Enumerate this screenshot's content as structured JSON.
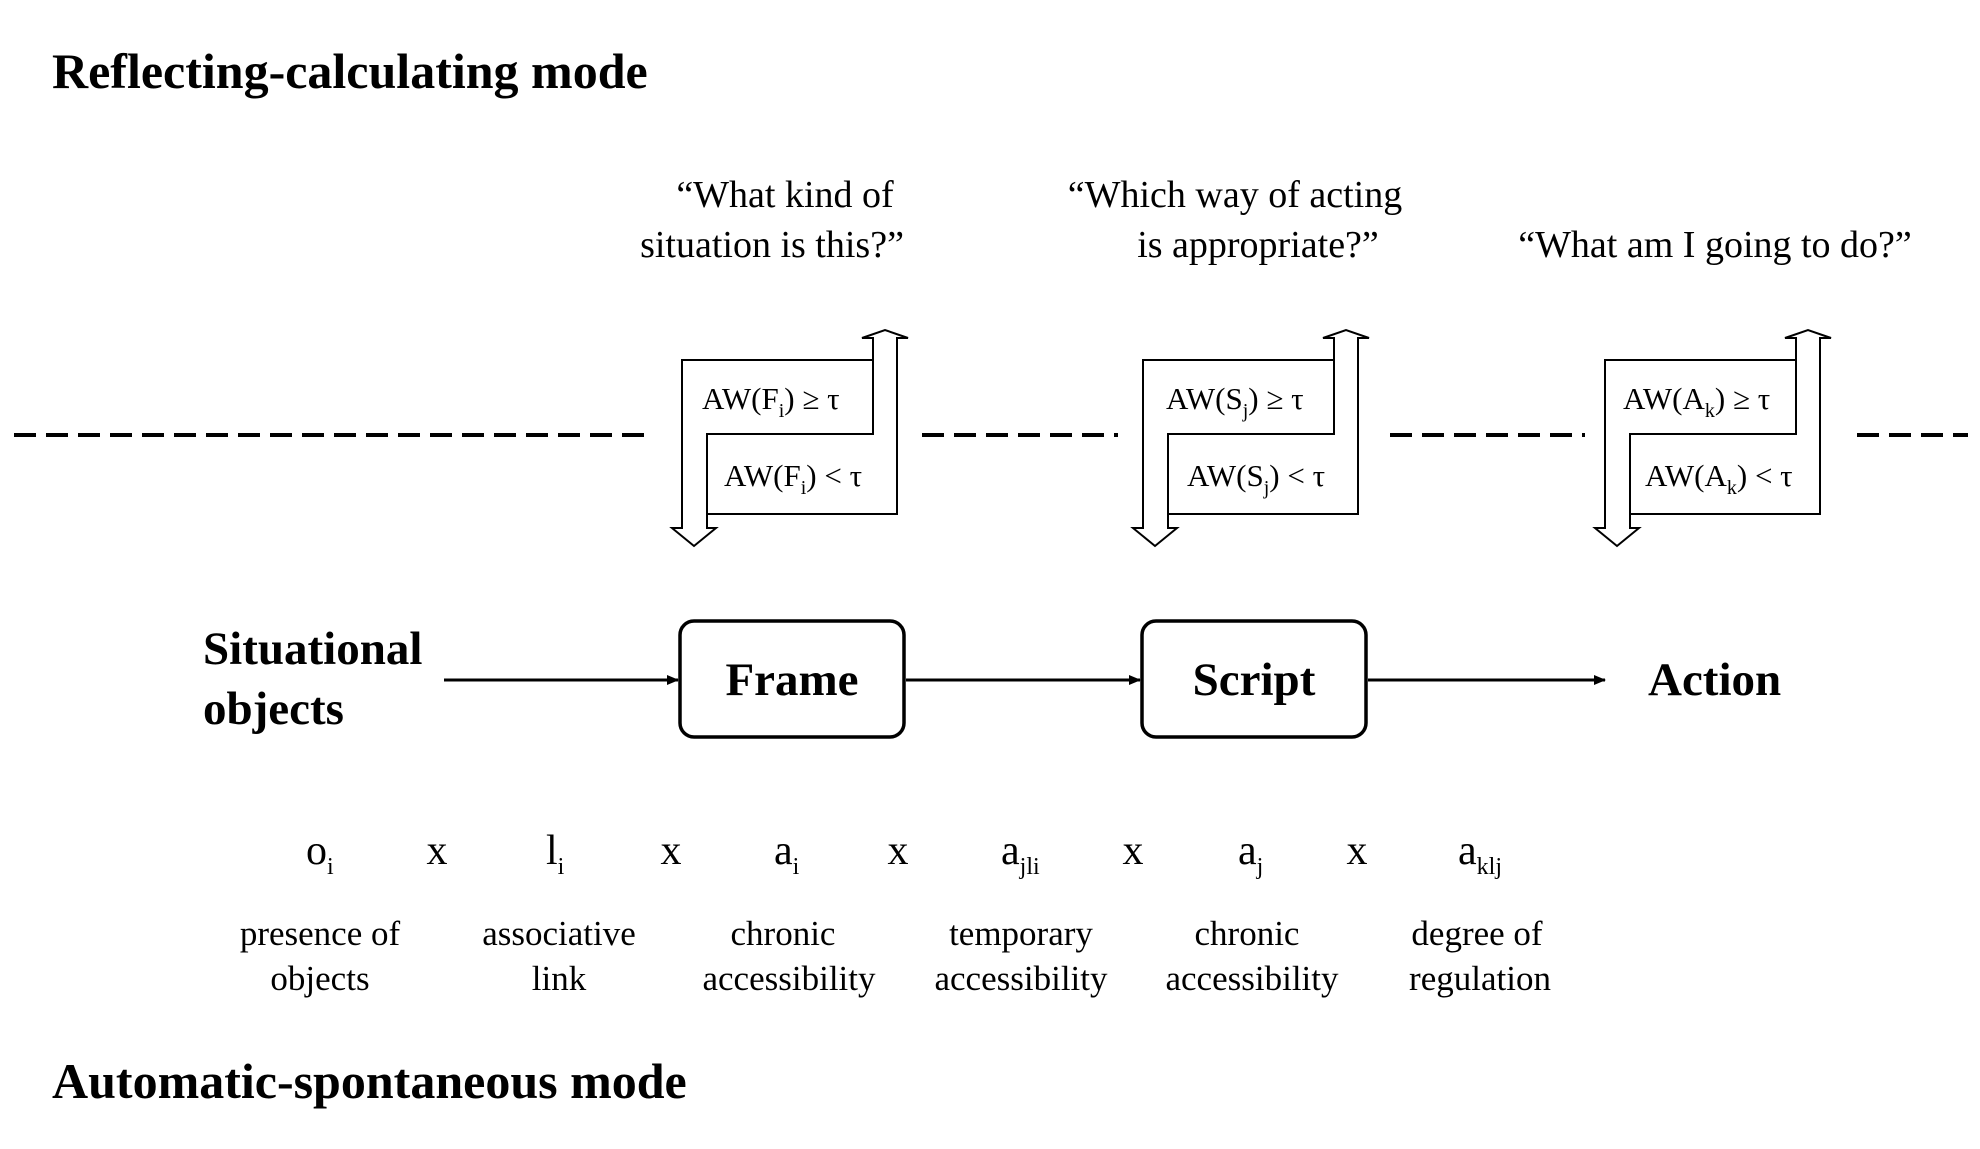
{
  "modes": {
    "top": "Reflecting-calculating mode",
    "bottom": "Automatic-spontaneous mode"
  },
  "questions": [
    {
      "line1": "“What kind of",
      "line2": "situation is this?”"
    },
    {
      "line1": "“Which way of acting",
      "line2": "is appropriate?”"
    },
    {
      "line1": "“What am I going to do?”",
      "line2": ""
    }
  ],
  "thresholds": [
    {
      "up": {
        "pre": "AW(F",
        "sub": "i",
        "post": ") ≥ τ"
      },
      "down": {
        "pre": "AW(F",
        "sub": "i",
        "post": ") < τ"
      }
    },
    {
      "up": {
        "pre": "AW(S",
        "sub": "j",
        "post": ") ≥ τ"
      },
      "down": {
        "pre": "AW(S",
        "sub": "j",
        "post": ") < τ"
      }
    },
    {
      "up": {
        "pre": "AW(A",
        "sub": "k",
        "post": ") ≥ τ"
      },
      "down": {
        "pre": "AW(A",
        "sub": "k",
        "post": ") < τ"
      }
    }
  ],
  "nodes": {
    "input_line1": "Situational",
    "input_line2": "objects",
    "frame": "Frame",
    "script": "Script",
    "action": "Action"
  },
  "factors": [
    {
      "symbol": "o",
      "sub": "i",
      "line1": "presence of",
      "line2": "objects"
    },
    {
      "symbol": "l",
      "sub": "i",
      "line1": "associative",
      "line2": "link"
    },
    {
      "symbol": "a",
      "sub": "i",
      "line1": "chronic",
      "line2": "accessibility"
    },
    {
      "symbol": "a",
      "sub": "jli",
      "line1": "temporary",
      "line2": "accessibility"
    },
    {
      "symbol": "a",
      "sub": "j",
      "line1": "chronic",
      "line2": "accessibility"
    },
    {
      "symbol": "a",
      "sub": "klj",
      "line1": "degree of",
      "line2": "regulation"
    }
  ],
  "operators": [
    "x",
    "x",
    "x",
    "x",
    "x"
  ]
}
